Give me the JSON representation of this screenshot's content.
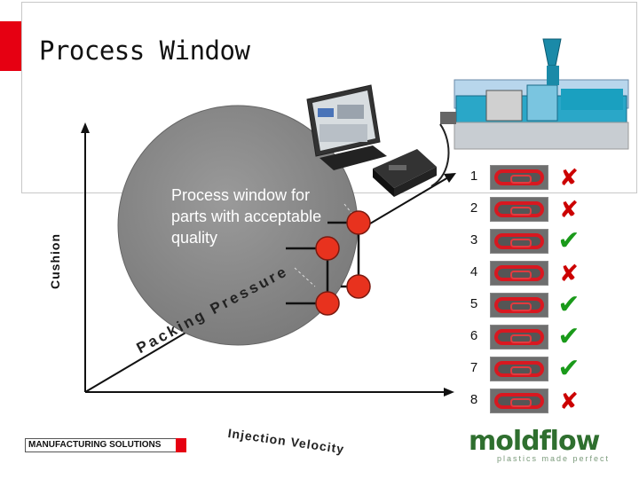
{
  "header": {
    "title": "Process Window"
  },
  "axes": {
    "y_label": "Cushion",
    "z_label": "Packing Pressure",
    "x_label": "Injection Velocity"
  },
  "process_window": {
    "text": "Process window for parts with acceptable quality"
  },
  "parts": [
    {
      "number": "1",
      "result": "bad"
    },
    {
      "number": "2",
      "result": "bad"
    },
    {
      "number": "3",
      "result": "ok"
    },
    {
      "number": "4",
      "result": "bad"
    },
    {
      "number": "5",
      "result": "ok"
    },
    {
      "number": "6",
      "result": "ok"
    },
    {
      "number": "7",
      "result": "ok"
    },
    {
      "number": "8",
      "result": "bad"
    }
  ],
  "symbols": {
    "ok": "✔",
    "bad": "✘"
  },
  "footer": {
    "company": "MANUFACTURING SOLUTIONS",
    "logo": "moldflow",
    "tagline": "plastics made perfect"
  },
  "colors": {
    "accent_red": "#e60012",
    "sphere": "#8c8c8c",
    "point_red": "#e8321e",
    "ok_green": "#1a9a1a",
    "bad_red": "#cc0000"
  }
}
